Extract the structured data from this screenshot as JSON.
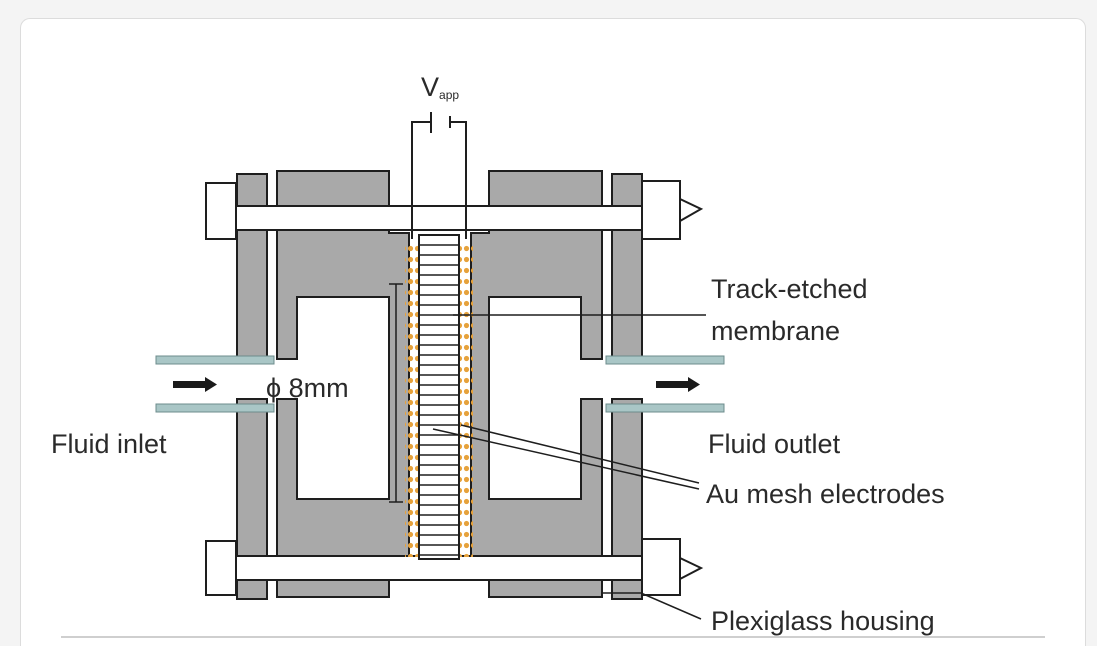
{
  "diagram": {
    "labels": {
      "voltage": "V",
      "voltage_sub": "app",
      "membrane_line1": "Track-etched",
      "membrane_line2": "membrane",
      "diameter": "ϕ 8mm",
      "fluid_inlet": "Fluid inlet",
      "fluid_outlet": "Fluid outlet",
      "electrodes": "Au mesh electrodes",
      "housing": "Plexiglass housing"
    },
    "colors": {
      "housing_fill": "#a9a9a9",
      "housing_stroke": "#1e1e1e",
      "electrode_dots": "#e6a23c",
      "tube": "#a9c6c6",
      "arrow": "#1a1a1a"
    }
  }
}
